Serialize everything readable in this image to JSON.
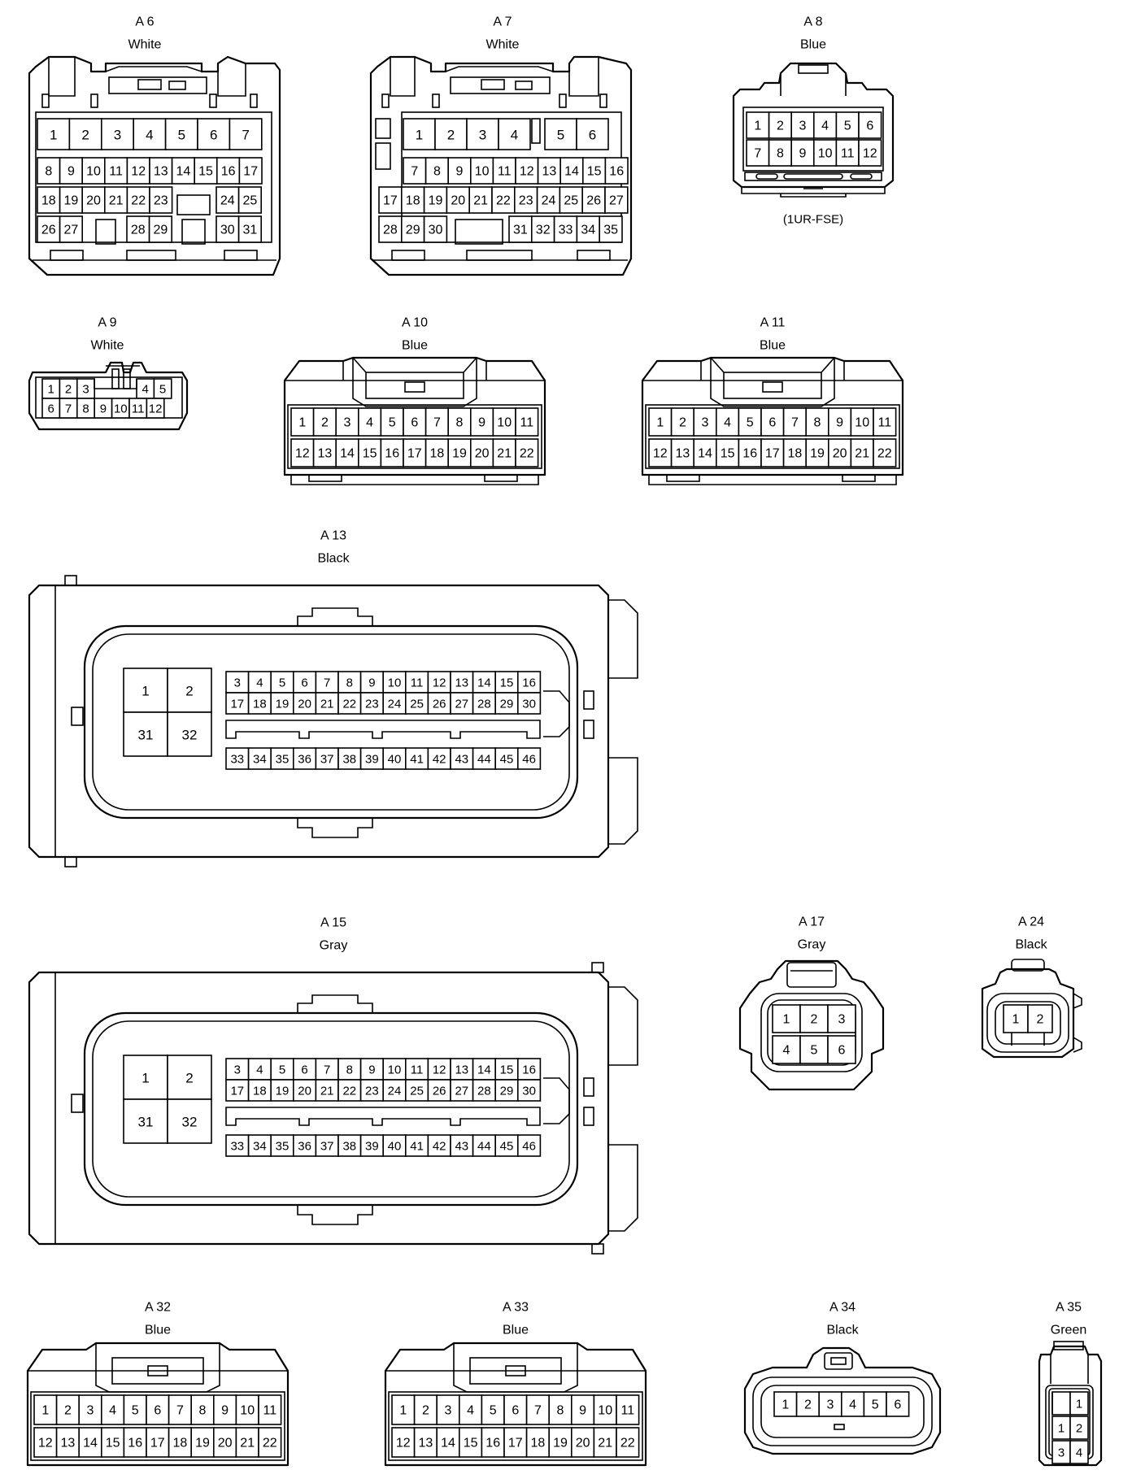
{
  "connectors": [
    {
      "id": "A6",
      "label": "A 6",
      "color": "White",
      "note": ""
    },
    {
      "id": "A7",
      "label": "A 7",
      "color": "White",
      "note": ""
    },
    {
      "id": "A8",
      "label": "A 8",
      "color": "Blue",
      "note": "(1UR-FSE)"
    },
    {
      "id": "A9",
      "label": "A 9",
      "color": "White",
      "note": ""
    },
    {
      "id": "A10",
      "label": "A 10",
      "color": "Blue",
      "note": ""
    },
    {
      "id": "A11",
      "label": "A 11",
      "color": "Blue",
      "note": ""
    },
    {
      "id": "A13",
      "label": "A 13",
      "color": "Black",
      "note": ""
    },
    {
      "id": "A15",
      "label": "A 15",
      "color": "Gray",
      "note": ""
    },
    {
      "id": "A17",
      "label": "A 17",
      "color": "Gray",
      "note": ""
    },
    {
      "id": "A24",
      "label": "A 24",
      "color": "Black",
      "note": ""
    },
    {
      "id": "A32",
      "label": "A 32",
      "color": "Blue",
      "note": ""
    },
    {
      "id": "A33",
      "label": "A 33",
      "color": "Blue",
      "note": ""
    },
    {
      "id": "A34",
      "label": "A 34",
      "color": "Black",
      "note": ""
    },
    {
      "id": "A35",
      "label": "A 35",
      "color": "Green",
      "note": ""
    }
  ]
}
